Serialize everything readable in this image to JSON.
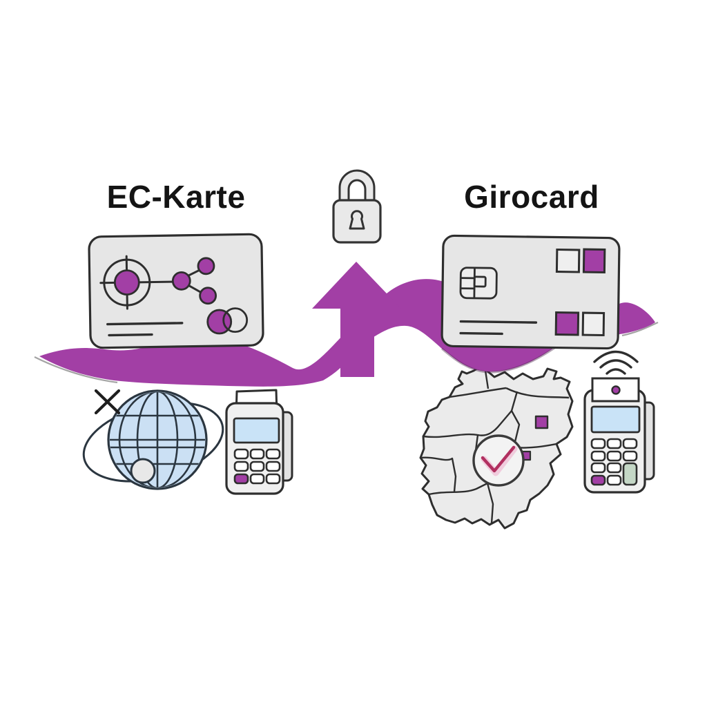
{
  "labels": {
    "left_title": "EC-Karte",
    "right_title": "Girocard"
  },
  "colors": {
    "accent_purple": "#A23FA5",
    "outline_dark": "#2E2E2E",
    "card_gray": "#E6E6E6",
    "lock_gray": "#E9E9E9",
    "map_gray": "#EBEBEB",
    "globe_blue": "#CBE0F4",
    "globe_line": "#2B3640",
    "screen_blue": "#C9E3F7",
    "terminal_gray": "#F0F0F0",
    "key_green": "#C4D7C6",
    "check_red": "#B13060",
    "check_pink": "#F0CBDC",
    "white": "#FFFFFF"
  },
  "icons": {
    "center": [
      "padlock-icon",
      "transition-arrow-ribbon"
    ],
    "left_side": [
      "ec-card-illustration",
      "network-nodes-icon",
      "overlapping-circles-logo-icon",
      "globe-icon",
      "x-mark-icon",
      "payment-terminal-icon"
    ],
    "right_side": [
      "girocard-illustration",
      "emv-chip-icon",
      "germany-map-icon",
      "checkmark-icon",
      "contactless-terminal-icon",
      "wifi-waves-icon"
    ]
  }
}
